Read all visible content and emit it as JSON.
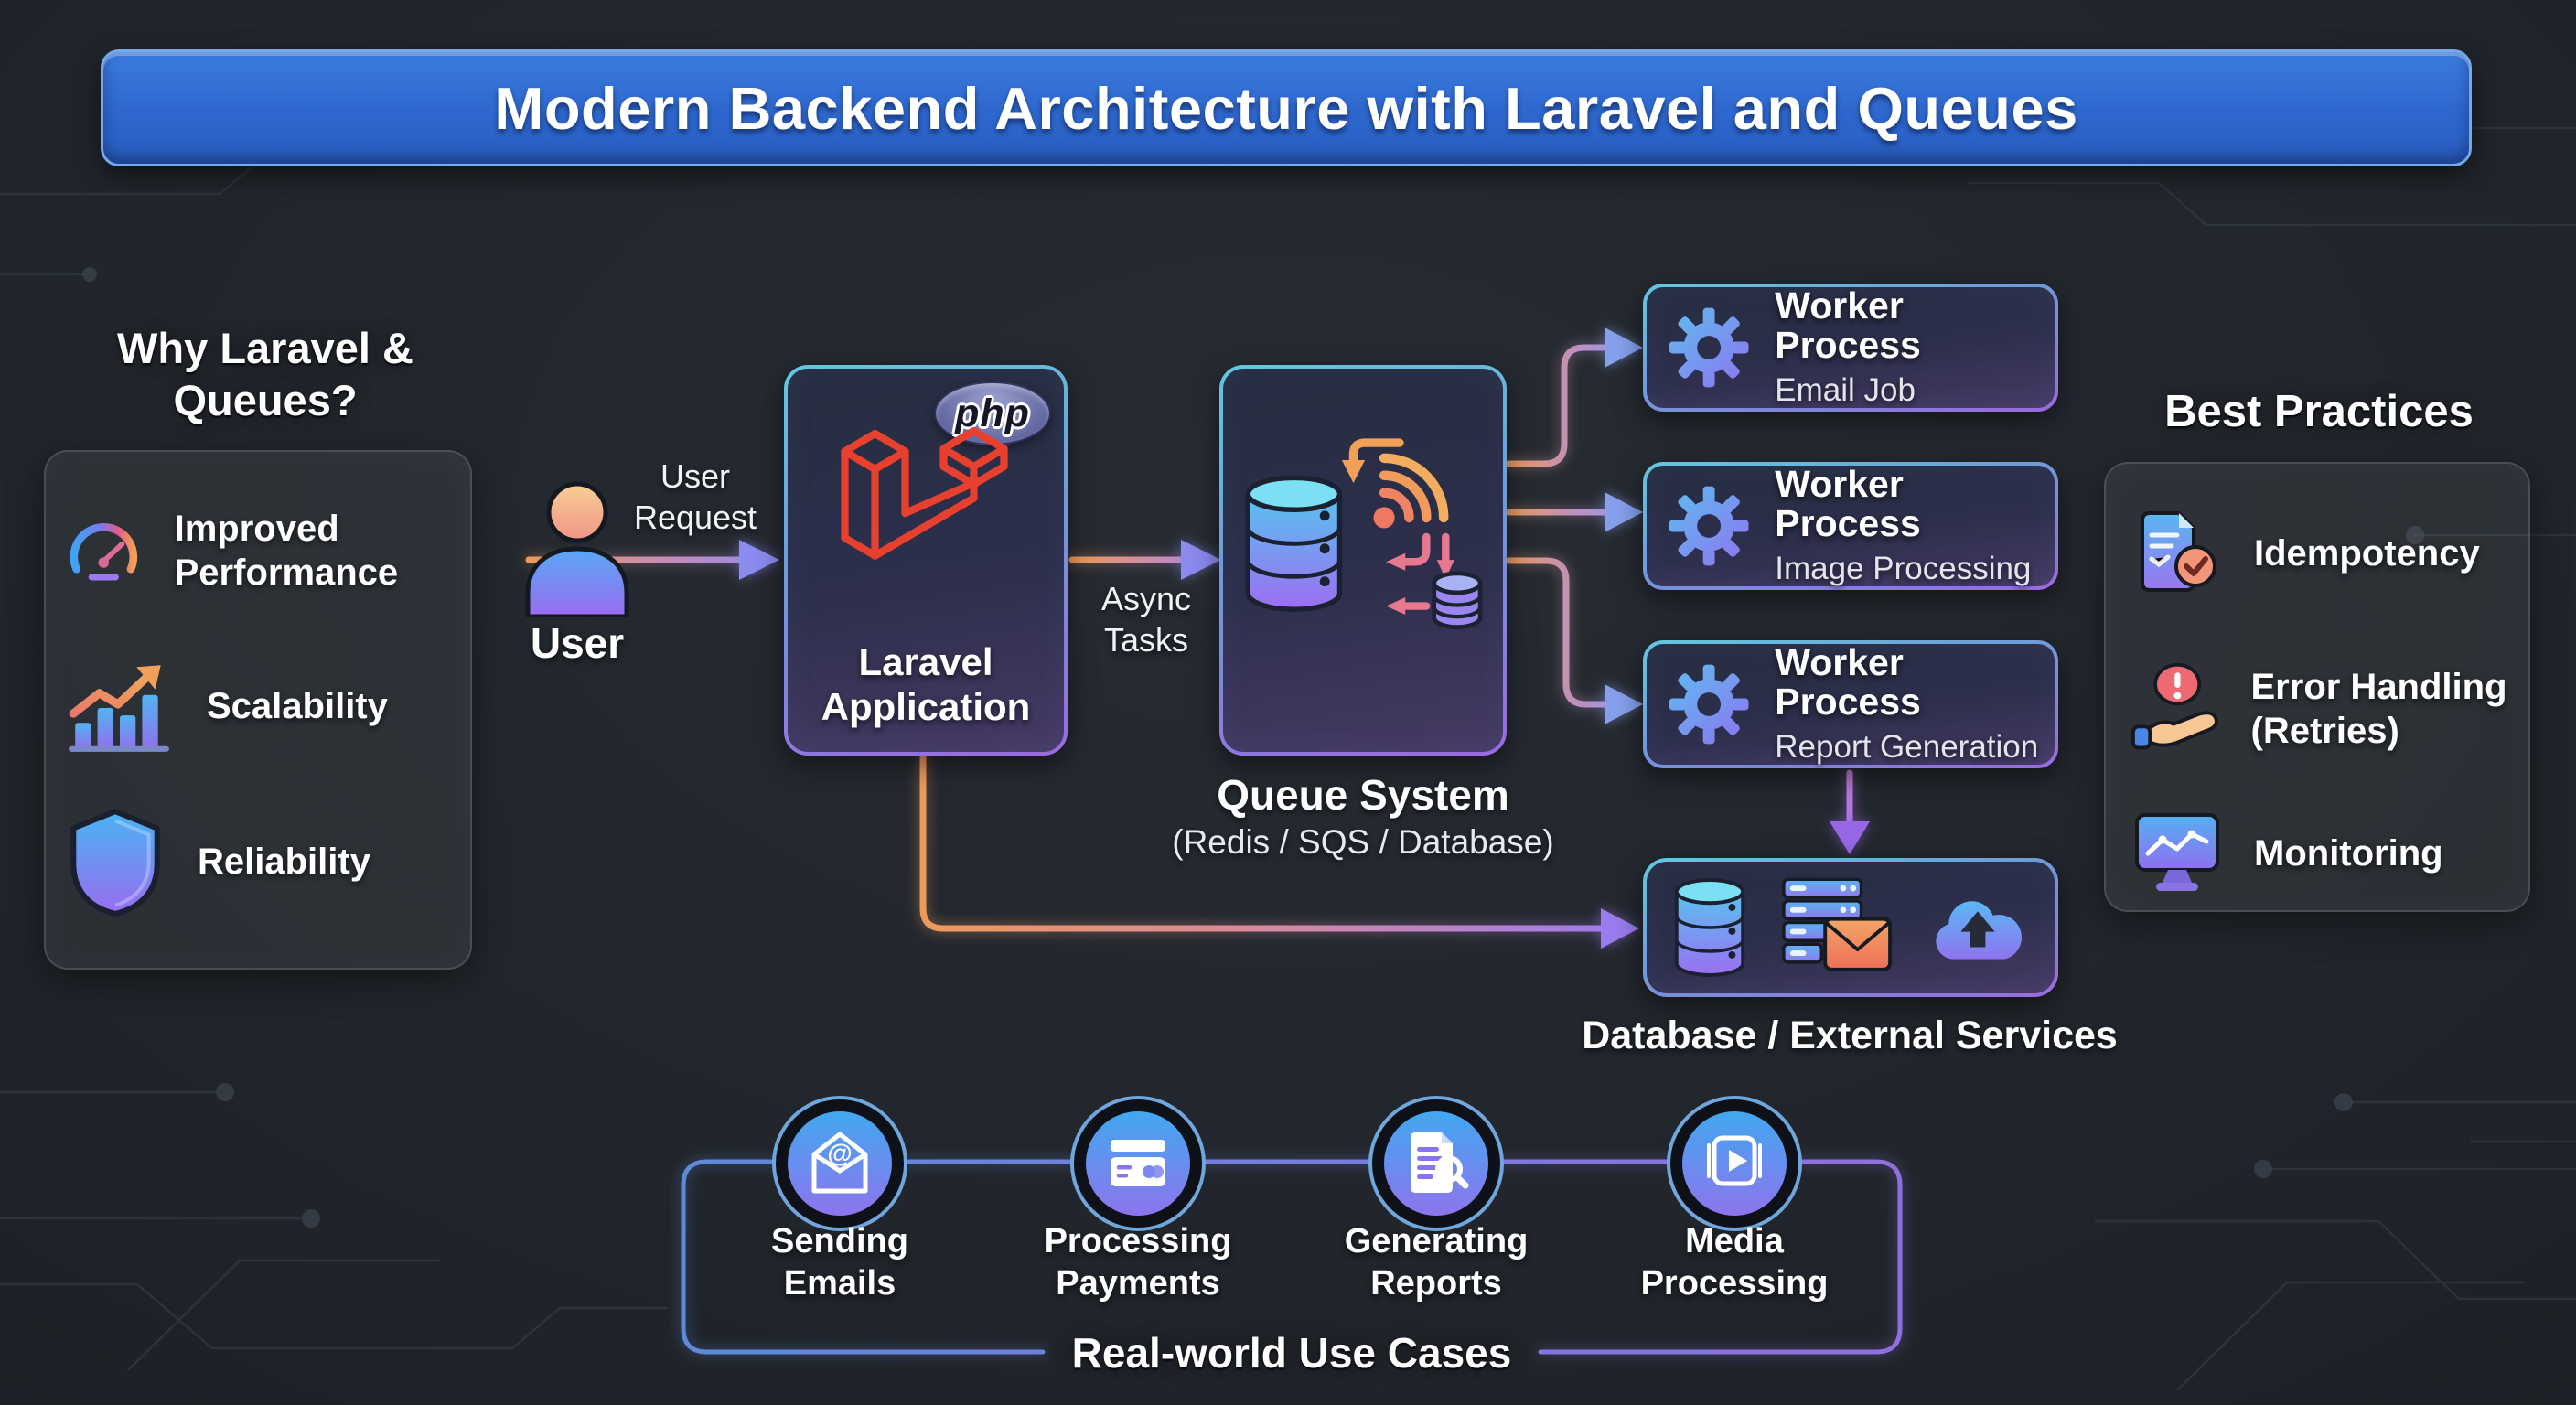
{
  "title": "Modern Backend Architecture with Laravel and Queues",
  "why": {
    "heading": "Why Laravel & Queues?",
    "items": [
      {
        "icon": "speedometer-icon",
        "label": "Improved Performance"
      },
      {
        "icon": "growth-chart-icon",
        "label": "Scalability"
      },
      {
        "icon": "shield-icon",
        "label": "Reliability"
      }
    ]
  },
  "flow": {
    "user_label": "User",
    "user_request_label": "User Request",
    "laravel": {
      "badge": "php",
      "name": "Laravel Application"
    },
    "async_label": "Async Tasks",
    "queue": {
      "title": "Queue System",
      "subtitle": "(Redis / SQS / Database)"
    },
    "workers": [
      {
        "title": "Worker Process",
        "subtitle": "Email Job"
      },
      {
        "title": "Worker Process",
        "subtitle": "Image Processing"
      },
      {
        "title": "Worker Process",
        "subtitle": "Report Generation"
      }
    ],
    "database_label": "Database / External Services"
  },
  "best": {
    "heading": "Best Practices",
    "items": [
      {
        "icon": "document-check-icon",
        "label": "Idempotency"
      },
      {
        "icon": "alert-hand-icon",
        "label": "Error Handling (Retries)"
      },
      {
        "icon": "monitor-chart-icon",
        "label": "Monitoring"
      }
    ]
  },
  "use_cases": {
    "heading": "Real-world Use Cases",
    "items": [
      {
        "icon": "open-email-at-icon",
        "label": "Sending Emails"
      },
      {
        "icon": "credit-card-icon",
        "label": "Processing Payments"
      },
      {
        "icon": "report-magnifier-icon",
        "label": "Generating Reports"
      },
      {
        "icon": "media-play-icon",
        "label": "Media Processing"
      }
    ]
  },
  "colors": {
    "background": "#1f2328",
    "banner_blue": "#2f6fd2",
    "border_cyan": "#66c8e4",
    "border_purple": "#9a6ae0",
    "arrow_orange": "#eb9a5e",
    "arrow_periwinkle": "#8b8bf0",
    "laravel_red": "#e8402e",
    "gear_blue": "#58b7e8",
    "gear_purple": "#8f7bf0"
  }
}
